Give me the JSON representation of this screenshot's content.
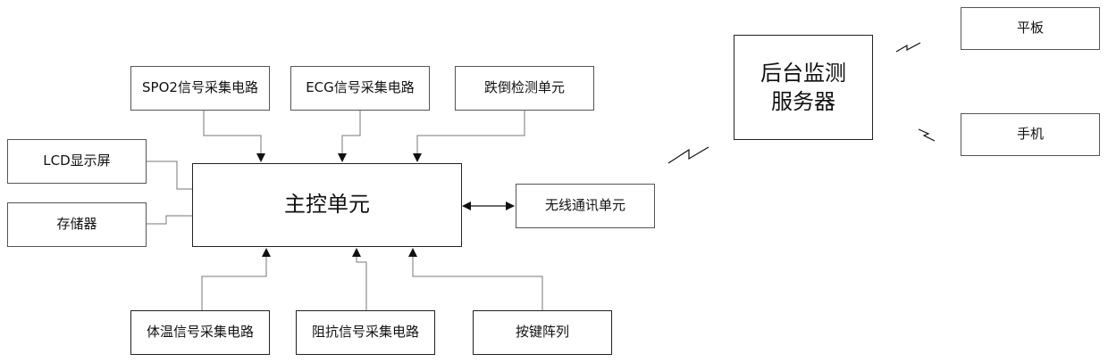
{
  "nodes": {
    "spo2": "SPO2信号采集电路",
    "ecg": "ECG信号采集电路",
    "fall": "跌倒检测单元",
    "lcd": "LCD显示屏",
    "storage": "存储器",
    "main": "主控单元",
    "wireless": "无线通讯单元",
    "temp": "体温信号采集电路",
    "impedance": "阻抗信号采集电路",
    "keys": "按键阵列",
    "server": "后台监测\n服务器",
    "tablet": "平板",
    "phone": "手机"
  },
  "colors": {
    "line": "#222222",
    "thin_line": "#777777"
  }
}
